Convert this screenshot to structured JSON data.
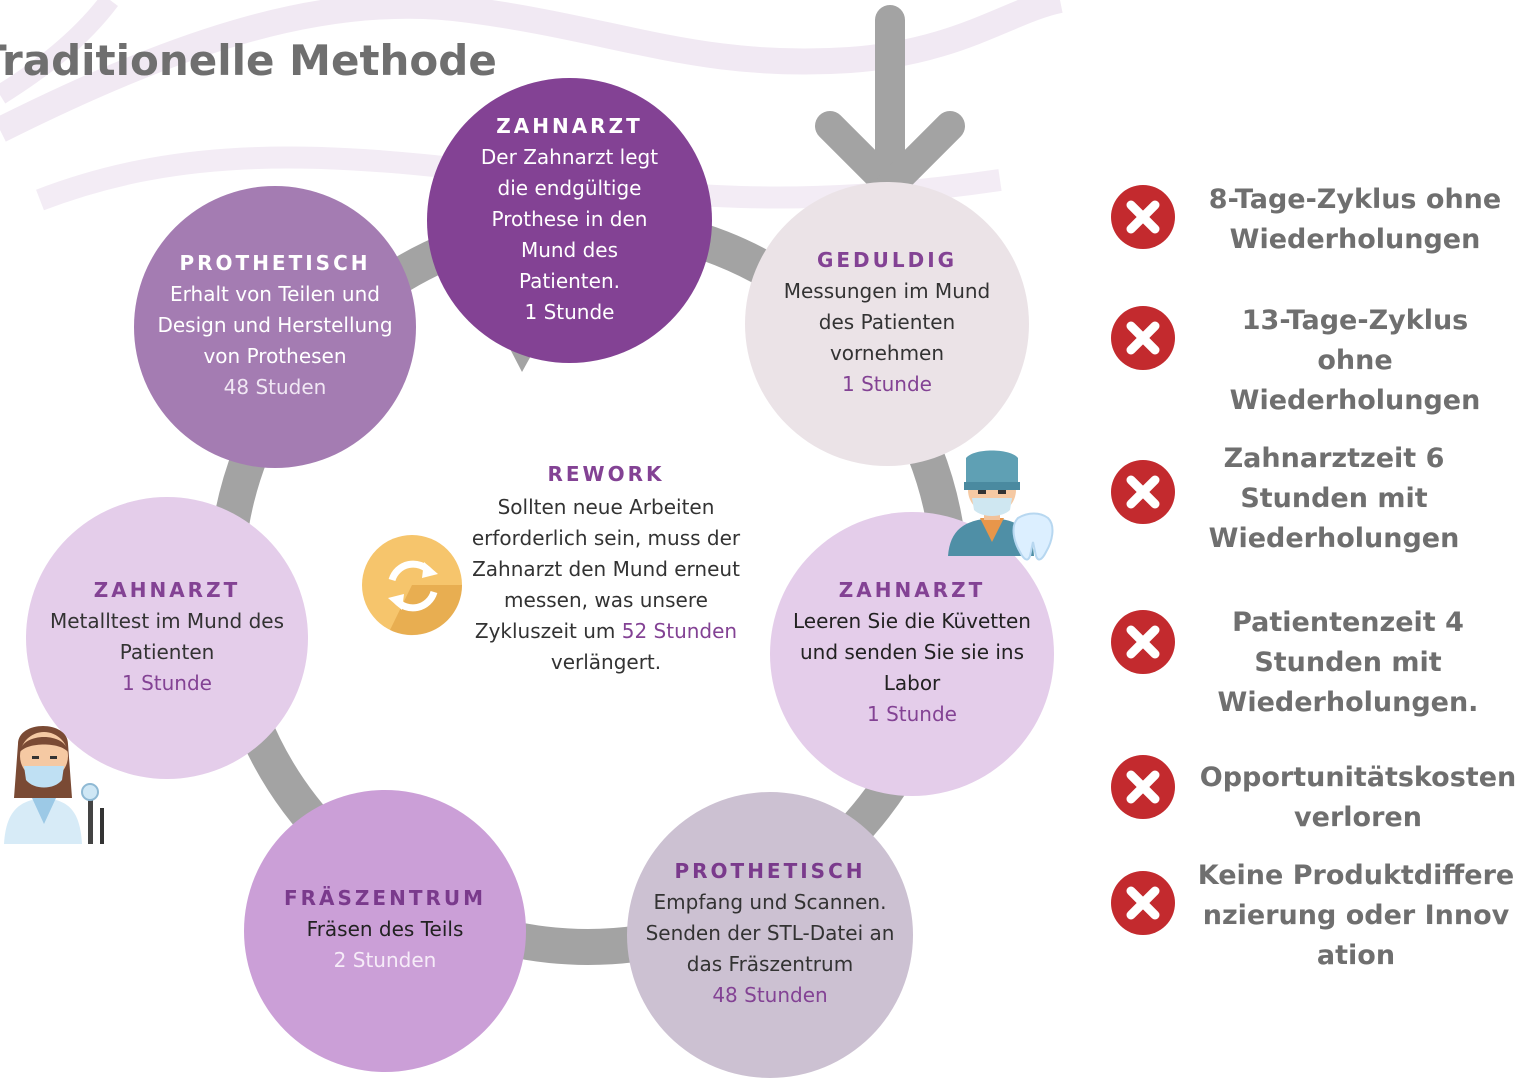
{
  "title": "Traditionelle Methode",
  "colors": {
    "accent": "#834294",
    "ring": "#a3a3a3",
    "x_red": "#c32a2e",
    "text_gray": "#6f6f6f"
  },
  "steps": [
    {
      "id": "zahnarzt_top",
      "head": "ZAHNARZT",
      "body": "Der Zahnarzt legt die endgültige Prothese in den Mund des Patienten.",
      "time": "1 Stunde"
    },
    {
      "id": "geduldig",
      "head": "GEDULDIG",
      "body": "Messungen im Mund des Patienten vornehmen",
      "time": "1 Stunde"
    },
    {
      "id": "zahnarzt_right",
      "head": "ZAHNARZT",
      "body": "Leeren Sie die Küvetten und senden Sie sie ins Labor",
      "time": "1 Stunde"
    },
    {
      "id": "prothetisch_br",
      "head": "PROTHETISCH",
      "body": "Empfang und Scannen. Senden der STL-Datei an das Fräszentrum",
      "time": "48 Stunden"
    },
    {
      "id": "fraszentrum",
      "head": "FRÄSZENTRUM",
      "body": "Fräsen des Teils",
      "time": "2 Stunden"
    },
    {
      "id": "zahnarzt_left",
      "head": "ZAHNARZT",
      "body": "Metalltest im Mund des Patienten",
      "time": "1 Stunde"
    },
    {
      "id": "prothetisch_tl",
      "head": "PROTHETISCH",
      "body": "Erhalt von Teilen und Design und Herstellung von Prothesen",
      "time": "48 Studen"
    }
  ],
  "rework": {
    "head": "REWORK",
    "body_1": "Sollten neue Arbeiten erforderlich sein, muss der Zahnarzt den Mund erneut messen, was unsere Zykluszeit um",
    "highlight": "52 Stunden",
    "body_2": "verlängert."
  },
  "bullets": [
    "8-Tage-Zyklus ohne Wiederholungen",
    "13-Tage-Zyklus ohne Wiederholungen",
    "Zahnarztzeit 6 Stunden mit Wiederholungen",
    "Patientenzeit 4 Stunden mit Wiederholungen.",
    "Opportunitätskosten verloren",
    "Keine Produktdifferenzierung oder Innovation"
  ],
  "icons": [
    "refresh-cycle-icon",
    "dentist-male-icon",
    "tooth-icon",
    "dentist-female-icon",
    "x-mark-icon"
  ]
}
